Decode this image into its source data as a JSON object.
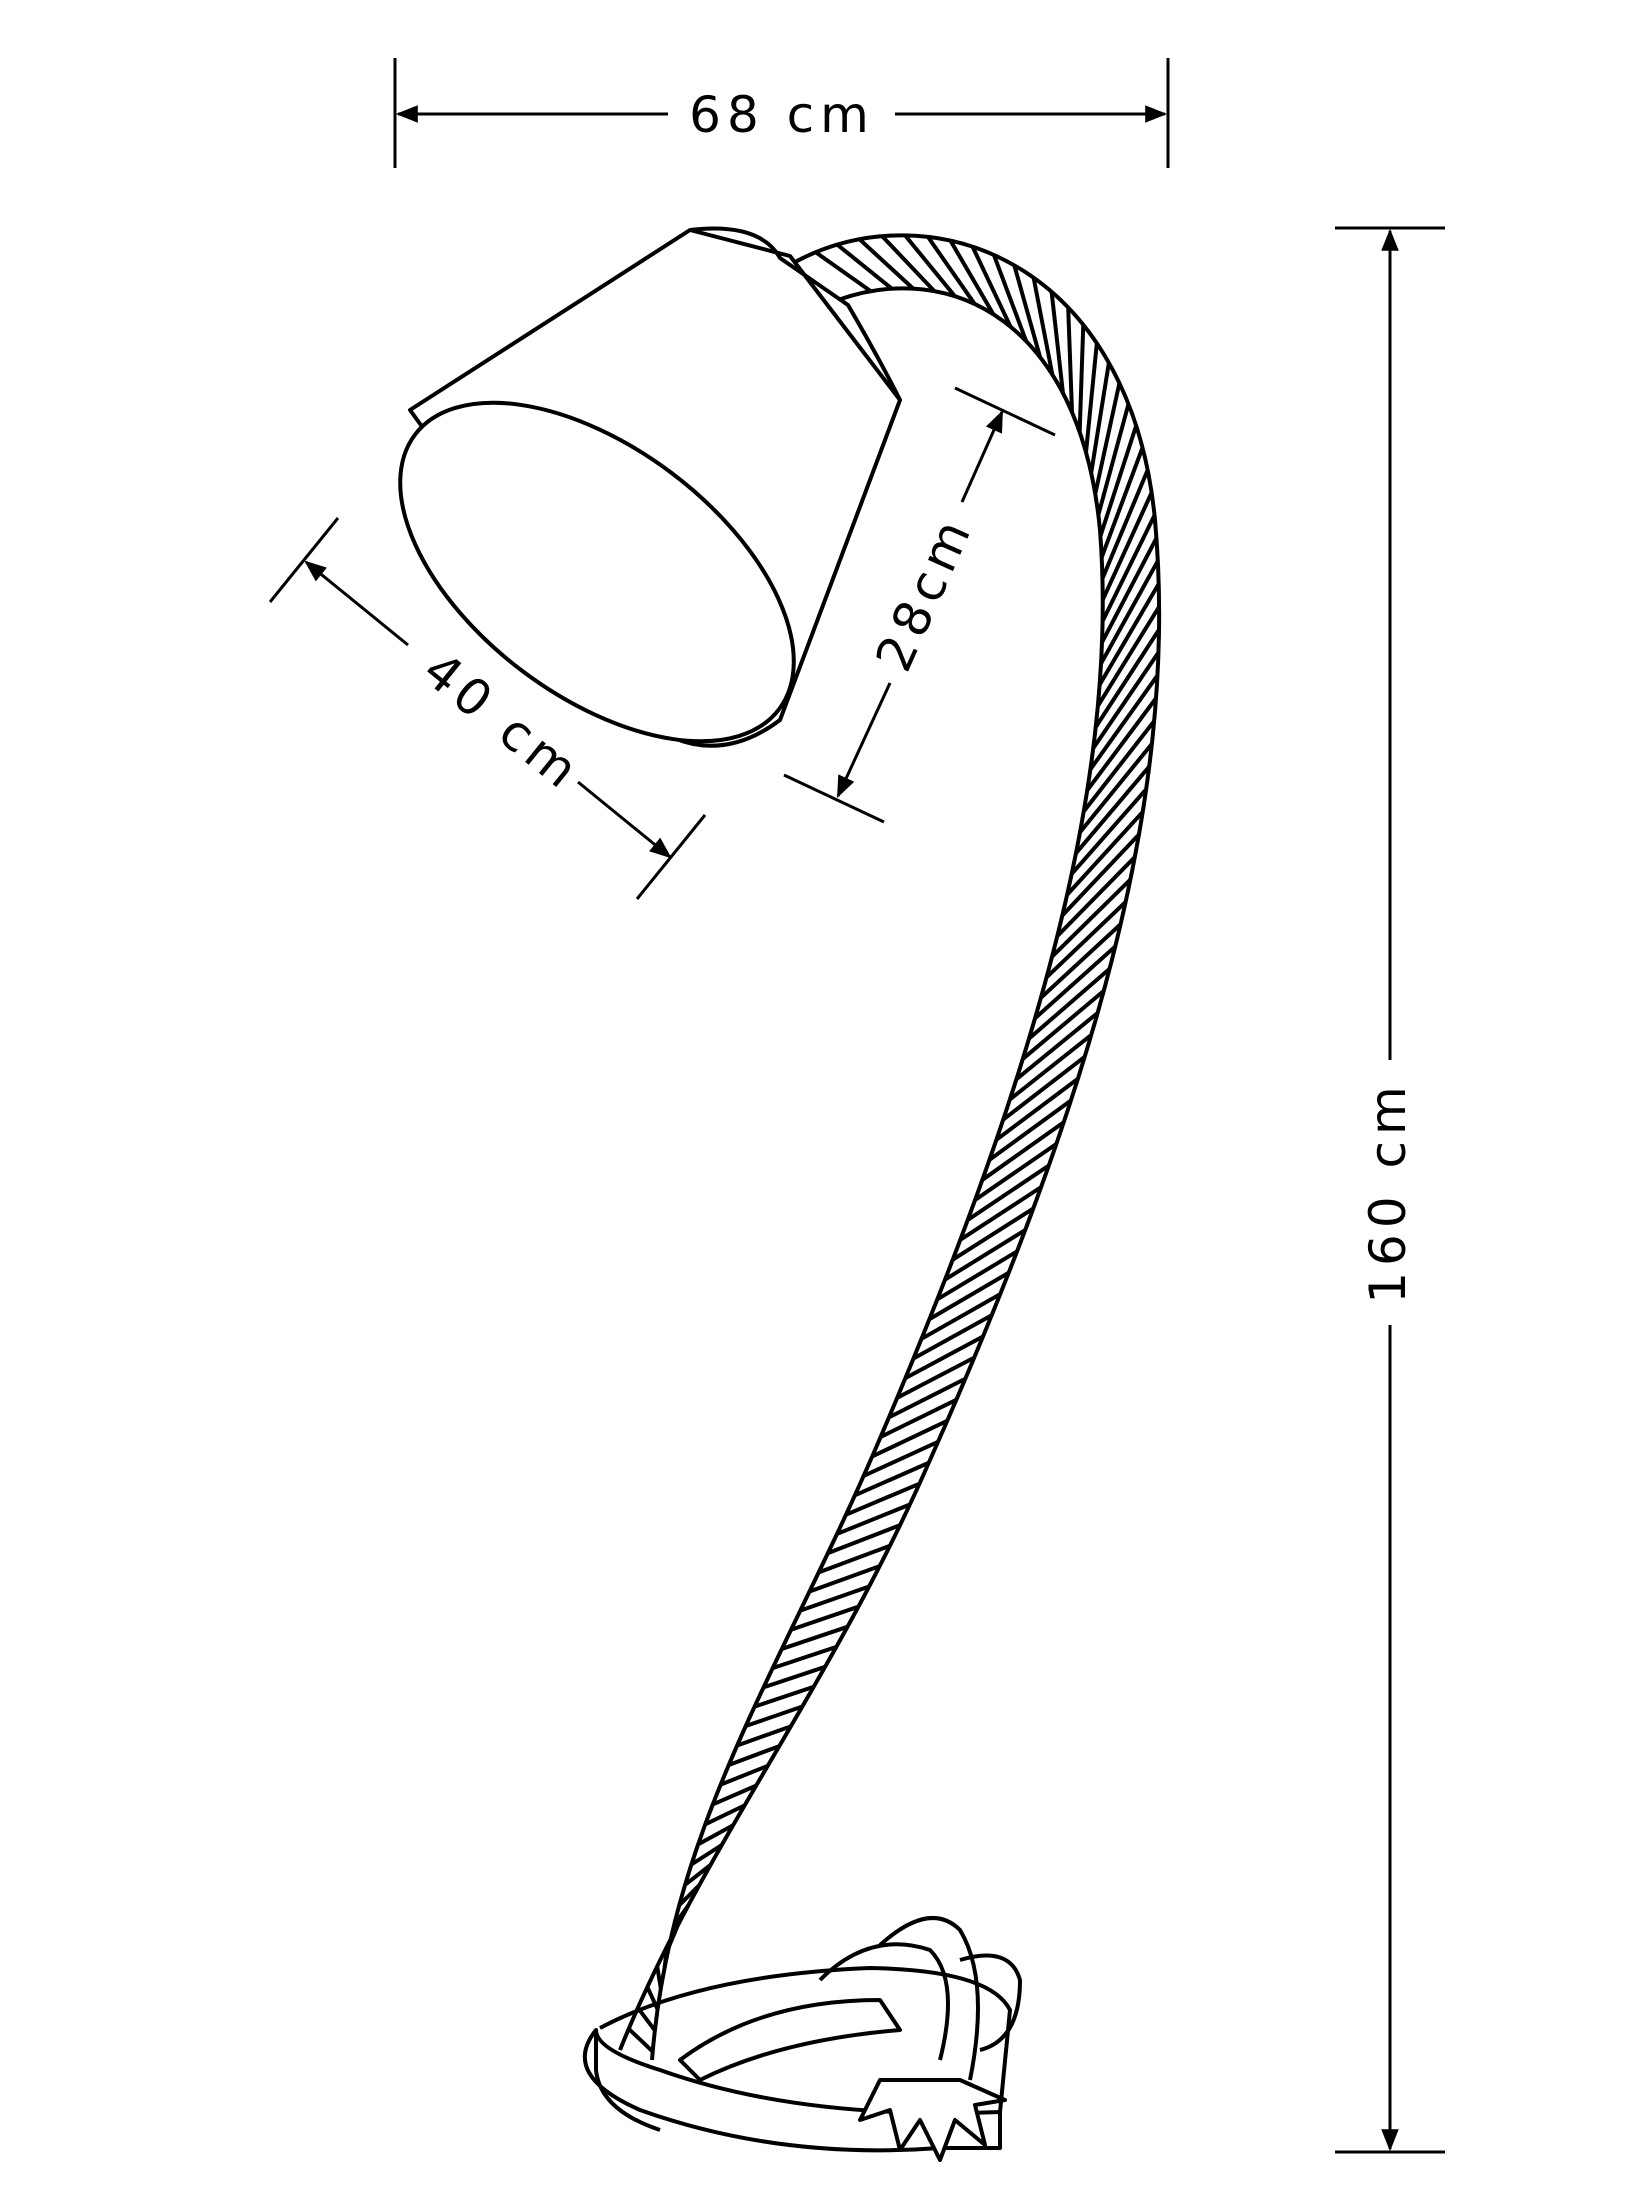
{
  "dimensions": {
    "width_top": "68 cm",
    "shade_diameter": "40 cm",
    "shade_height": "28cm",
    "total_height": "160 cm"
  },
  "colors": {
    "stroke": "#000000",
    "background": "#ffffff"
  }
}
